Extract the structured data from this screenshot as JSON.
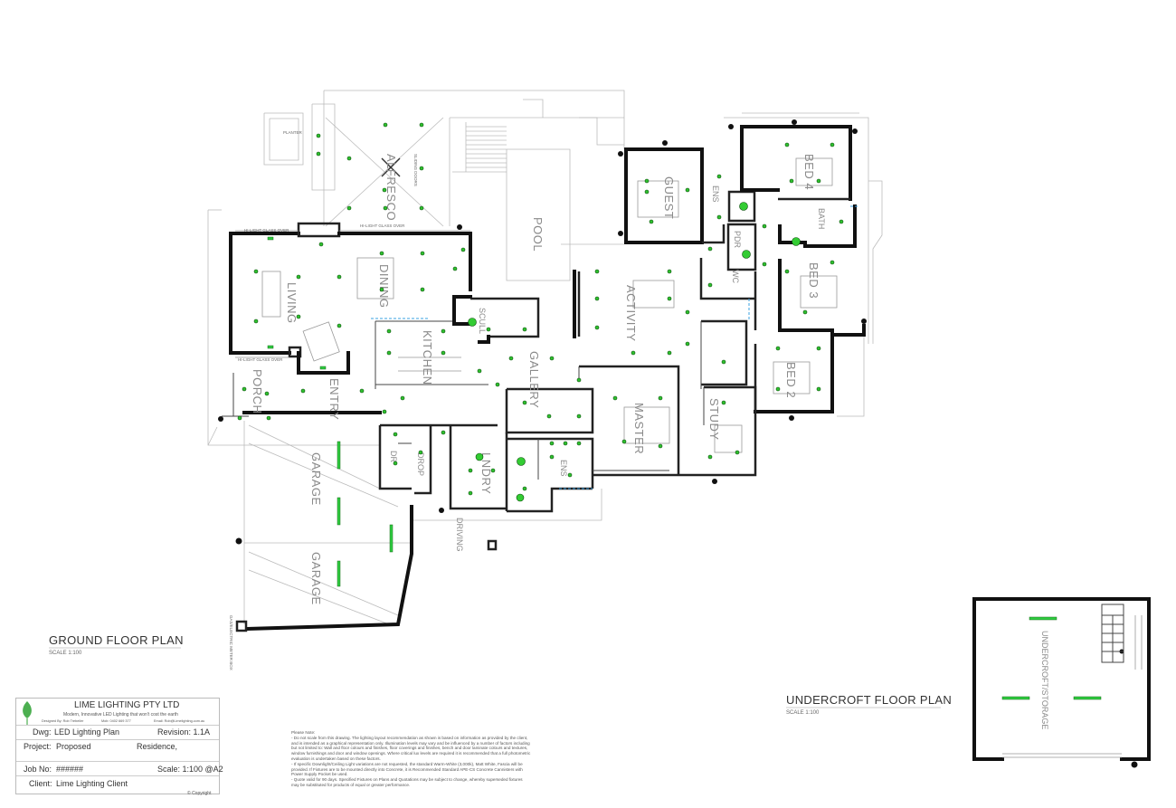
{
  "company": {
    "name": "LIME LIGHTING PTY LTD",
    "tagline": "Modern, Innovative LED Lighting that won't cost the earth",
    "designer": "Designed By:  Rob Trebeiler",
    "mobile": "Mob: 0402 669 377",
    "email": "Email: Rob@Limelighting.com.au"
  },
  "titleblock": {
    "dwg_label": "Dwg:",
    "dwg_value": "LED Lighting Plan",
    "revision": "Revision: 1.1A",
    "project_label": "Project:",
    "project_value": "Proposed",
    "project_value2": "Residence,",
    "job_label": "Job No:",
    "job_value": "######",
    "scale": "Scale: 1:100 @A2",
    "client_label": "Client:",
    "client_value": "Lime Lighting Client",
    "copyright": "©  Copyright"
  },
  "notes": {
    "heading": "Please Note:",
    "lines": [
      "- Do not scale from this drawing. The lighting layout recommendation as shown is based on information as provided by the client,",
      "and is intended as a graphical representation only. Illumination levels may vary and be influenced by a number of factors including",
      "but not limited to: Wall and floor colours and finishes, floor coverings and finishes, bench and door laminate colours and textures,",
      "window furnishings and door and window openings. Where critical lux levels are required it is recommended that a full photometric",
      "evaluation is undertaken based on these factors.",
      "- If specific Downlight/Ceiling Light variations are not requested, the standard Warm-White (3,000k), Matt White, Fascia will be",
      "provided. If Fixtures are to be mounted directly into Concrete, it is Recommended Standard APE-CS Concrete Cannisters with",
      "Power Supply Pocket be used.",
      "- Quote valid for 90 days. Specified Fixtures on Plans and Quotations may be subject to change, whereby superseded fixtures",
      "may be substituted for products of equal or greater performance."
    ]
  },
  "plans": {
    "ground_title": "GROUND FLOOR PLAN",
    "ground_scale": "SCALE 1:100",
    "undercroft_title": "UNDERCROFT FLOOR PLAN",
    "undercroft_scale": "SCALE 1:100"
  },
  "rooms": {
    "alfresco": "ALFRESCO",
    "pool": "POOL",
    "dining": "DINING",
    "living": "LIVING",
    "kitchen": "KITCHEN",
    "scull": "SCULL",
    "gallery": "GALLERY",
    "activity": "ACTIVITY",
    "guest": "GUEST",
    "ens1": "ENS",
    "ens2": "ENS",
    "bed4": "BED 4",
    "bath": "BATH",
    "bed3": "BED 3",
    "bed2": "BED 2",
    "wc": "WC",
    "pdr": "PDR",
    "master": "MASTER",
    "study": "STUDY",
    "porch": "PORCH",
    "entry": "ENTRY",
    "garage1": "GARAGE",
    "garage2": "GARAGE",
    "dr": "DR",
    "drop": "DROP",
    "lndry": "LNDRY",
    "driving": "DRIVING",
    "undercroft_storage": "UNDERCROFT/STORAGE",
    "hi_light_1": "HI-LIGHT GLASS OVER",
    "hi_light_2": "HI-LIGHT GLASS OVER",
    "hi_light_3": "HI-LIGHT GLASS OVER",
    "planter": "PLANTER",
    "sliding_doors": "SLIDING DOORS",
    "garage_meter": "GAS/ELECTRIC METER BOX"
  },
  "colors": {
    "downlight": "#2fc12f",
    "wall": "#111111",
    "logo_green": "#4caf50"
  }
}
